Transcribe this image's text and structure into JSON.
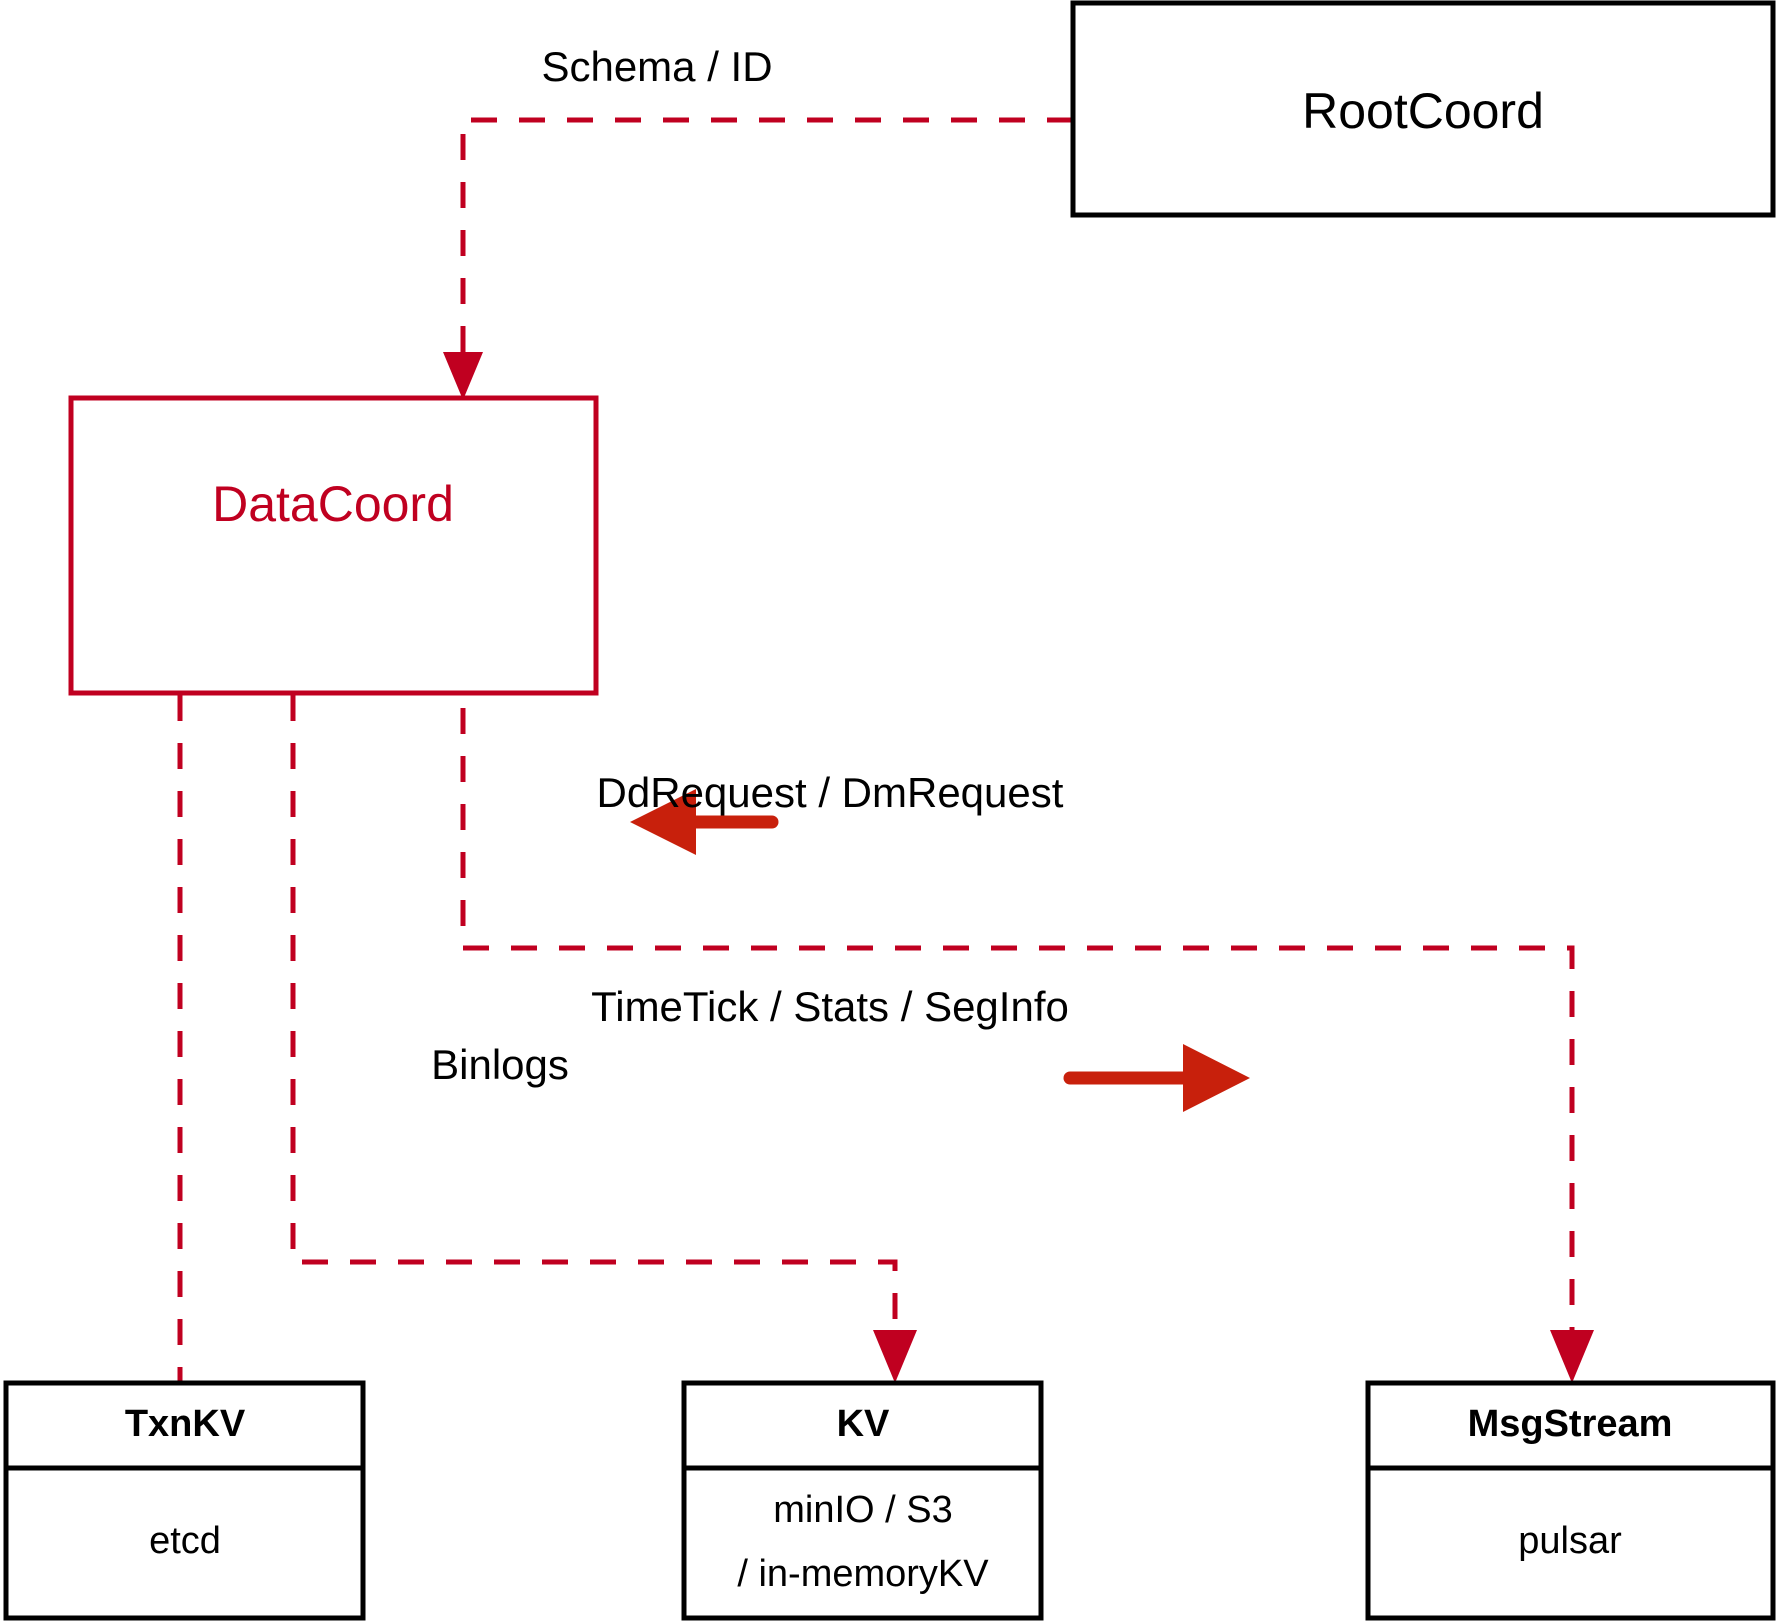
{
  "diagram": {
    "title": "DataCoord architecture",
    "colors": {
      "accent_red": "#c00020",
      "arrow_red": "#c8200c",
      "box_black": "#000000",
      "background": "#ffffff"
    },
    "nodes": {
      "rootcoord": {
        "label": "RootCoord",
        "style": "black-box"
      },
      "datacoord": {
        "label": "DataCoord",
        "style": "red-box"
      },
      "txnkv": {
        "header": "TxnKV",
        "body_line1": "etcd",
        "body_line2": "",
        "style": "black-box-split"
      },
      "kv": {
        "header": "KV",
        "body_line1": "minIO / S3",
        "body_line2": "/ in-memoryKV",
        "style": "black-box-split"
      },
      "msgstream": {
        "header": "MsgStream",
        "body_line1": "pulsar",
        "body_line2": "",
        "style": "black-box-split"
      }
    },
    "edges": {
      "schema_id": {
        "label": "Schema / ID",
        "from": "rootcoord",
        "to": "datacoord",
        "line": "dashed"
      },
      "dd_dm_request": {
        "label": "DdRequest / DmRequest",
        "from": "msgstream",
        "to": "datacoord",
        "line": "solid-arrow-left"
      },
      "timetick_stats_seginfo": {
        "label": "TimeTick / Stats / SegInfo",
        "from": "datacoord",
        "to": "msgstream",
        "line": "solid-arrow-right"
      },
      "binlogs": {
        "label": "Binlogs",
        "from": "datacoord",
        "to": "kv",
        "line": "dashed"
      },
      "txnkv_link": {
        "label": "",
        "from": "datacoord",
        "to": "txnkv",
        "line": "dashed"
      }
    }
  }
}
